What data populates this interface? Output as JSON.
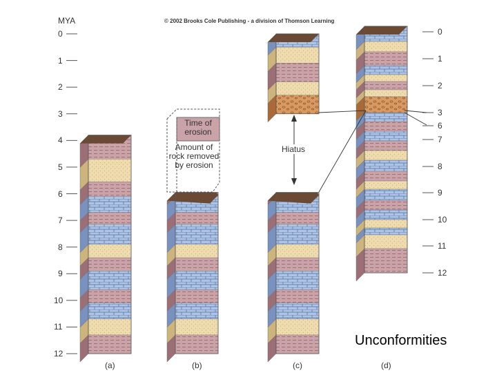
{
  "copyright": "© 2002 Brooks Cole Publishing - a division of Thomson Learning",
  "left_axis": {
    "title": "MYA",
    "ticks": [
      "0",
      "1",
      "2",
      "3",
      "4",
      "5",
      "6",
      "7",
      "8",
      "9",
      "10",
      "11",
      "12"
    ]
  },
  "right_axis": {
    "ticks": [
      "0",
      "1",
      "2",
      "3",
      "6",
      "7",
      "8",
      "9",
      "10",
      "11",
      "12"
    ]
  },
  "labels": {
    "time_of_erosion": "Time of erosion",
    "amount_removed": "Amount of rock removed by erosion",
    "hiatus": "Hiatus",
    "title": "Unconformities"
  },
  "captions": [
    "(a)",
    "(b)",
    "(c)",
    "(d)"
  ],
  "colors": {
    "shale": "#c9a3a8",
    "sandstone": "#efdcae",
    "limestone": "#aec4e6",
    "eroded": "#d89a62",
    "cap": "#6b4a35"
  }
}
